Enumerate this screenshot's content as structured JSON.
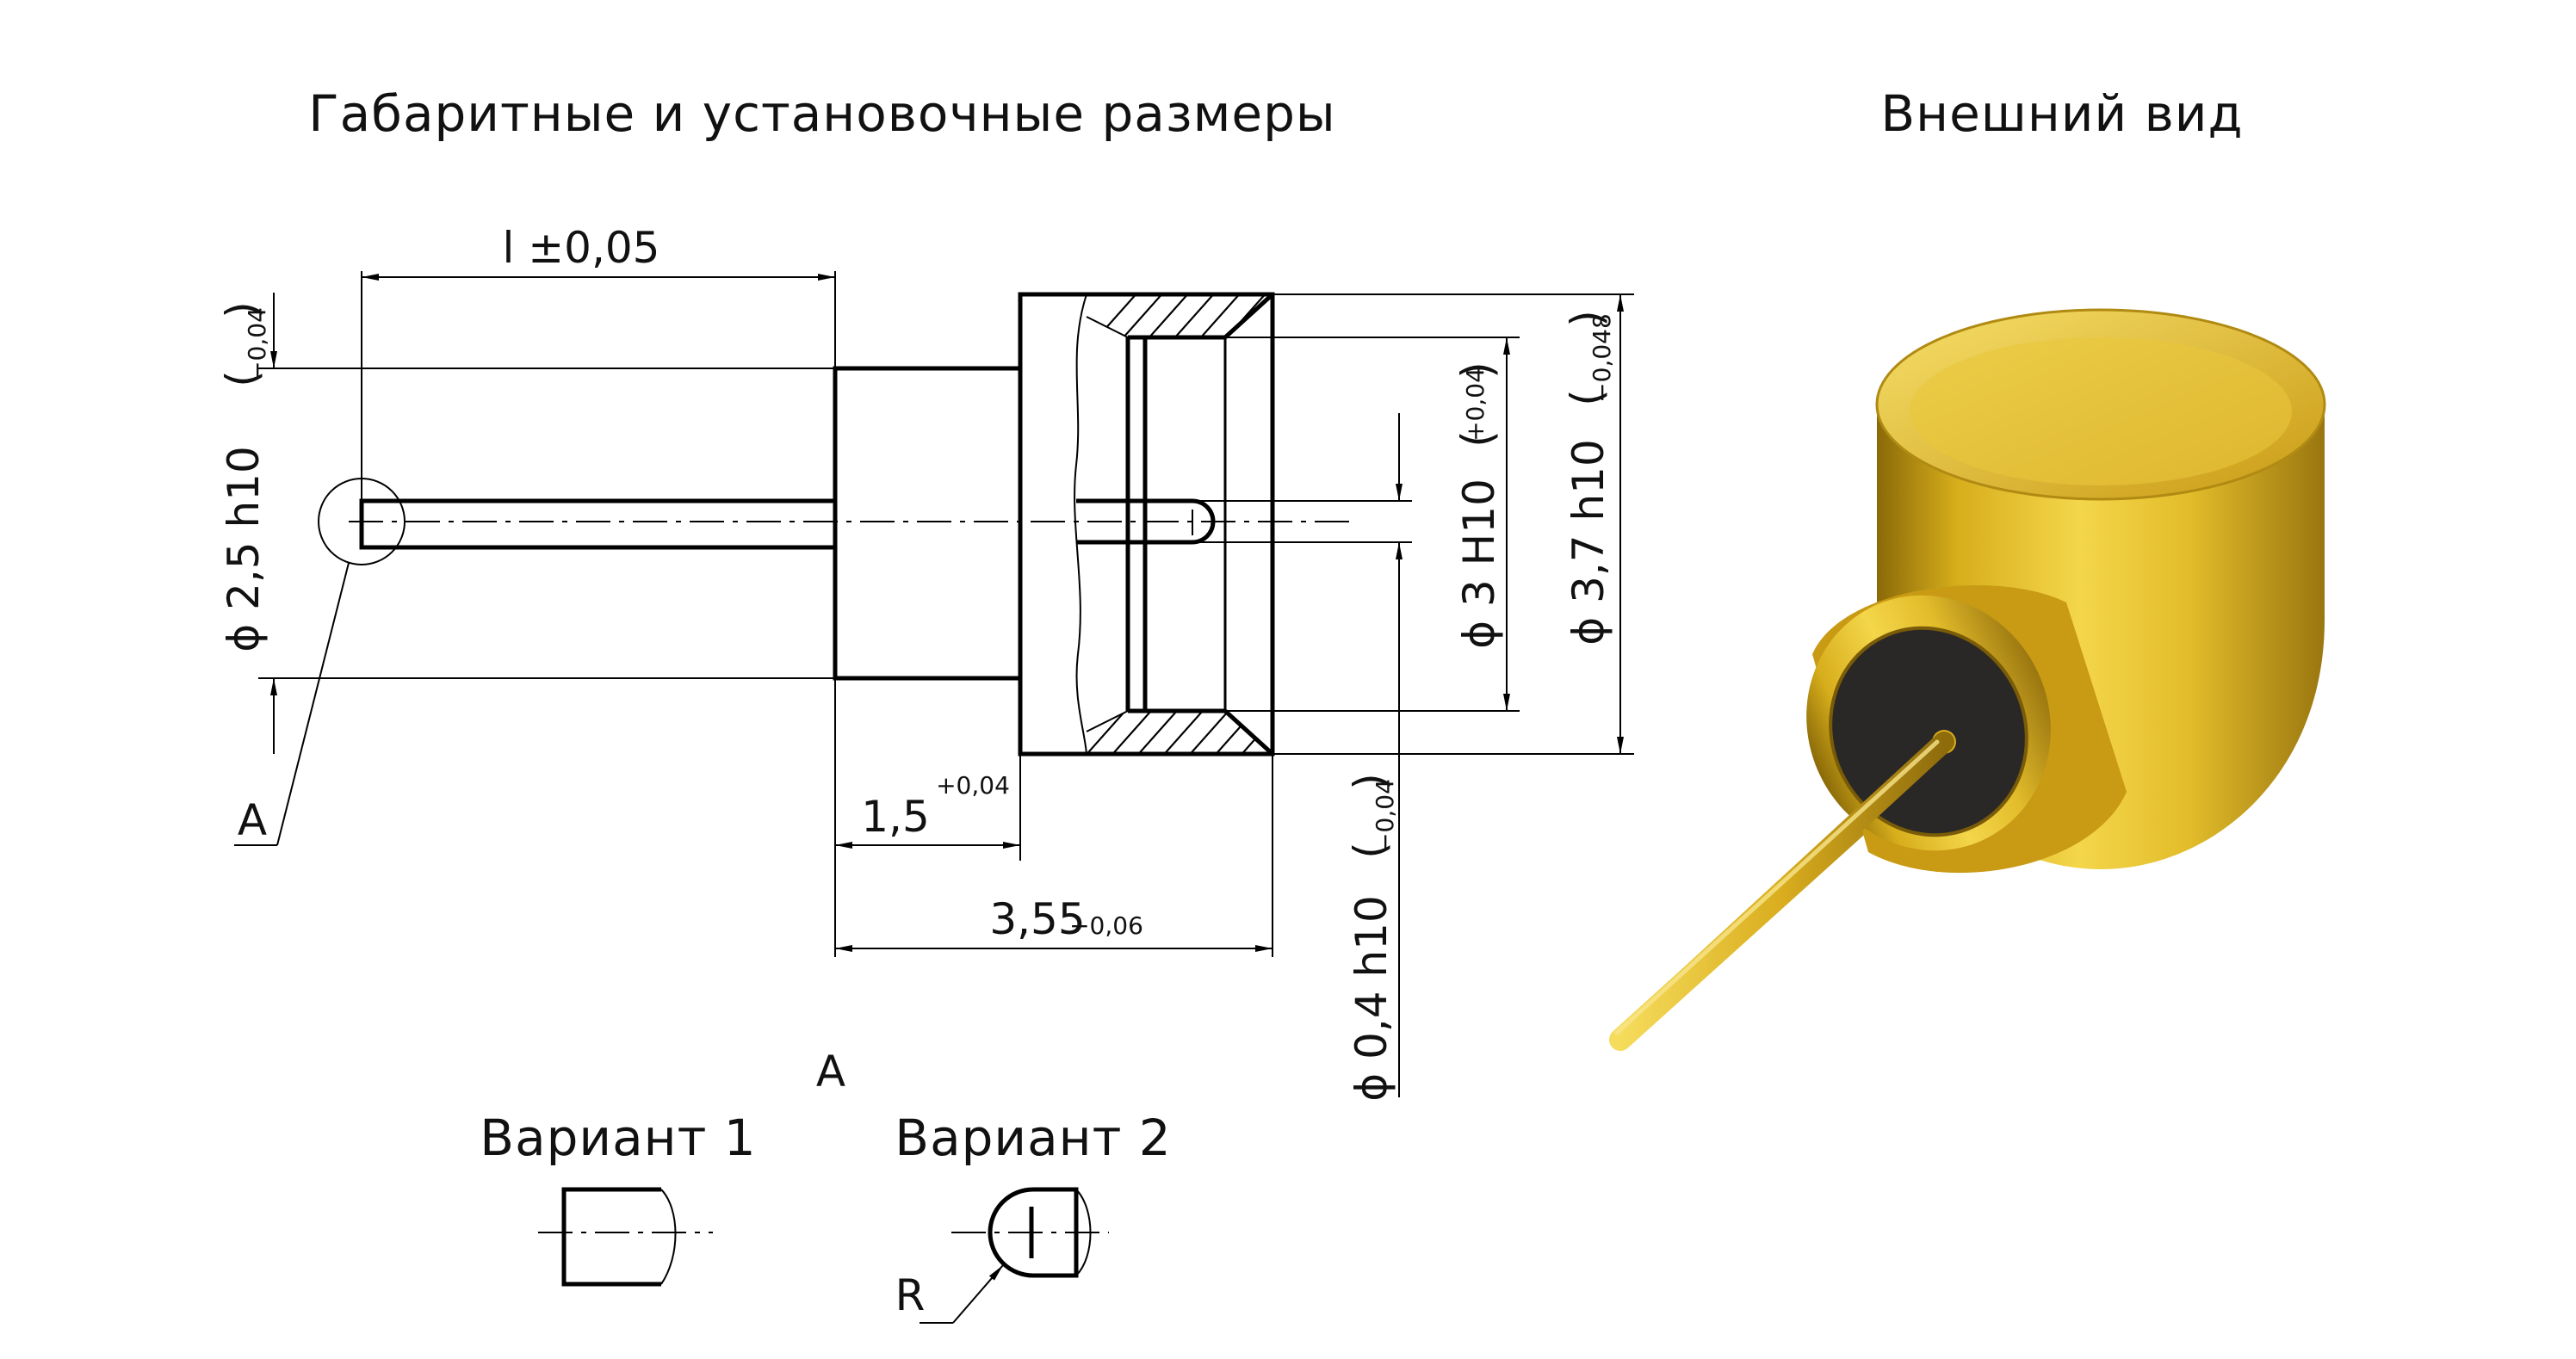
{
  "headings": {
    "dimensions": "Габаритные и установочные размеры",
    "appearance": "Внешний вид"
  },
  "dimensions": {
    "length": "l ±0,05",
    "d25_main": "ϕ 2,5 h10",
    "d25_tol": "−0,04",
    "d3_main": "ϕ 3 H10",
    "d3_tol": "+0,04",
    "d37_main": "ϕ 3,7 h10",
    "d37_tol": "−0,048",
    "d04_main": "ϕ 0,4 h10",
    "d04_tol": "−0,04",
    "w15_main": "1,5",
    "w15_tol": "+0,04",
    "w355_main": "3,55",
    "w355_tol": "−0,06"
  },
  "callouts": {
    "detail_label": "А",
    "view_label": "А",
    "radius_label": "R"
  },
  "variants": {
    "v1": "Вариант 1",
    "v2": "Вариант 2"
  },
  "colors": {
    "gold_light": "#f4d64a",
    "gold_mid": "#d7ae1c",
    "gold_dark": "#8a6a08",
    "insulator": "#2a2826"
  }
}
